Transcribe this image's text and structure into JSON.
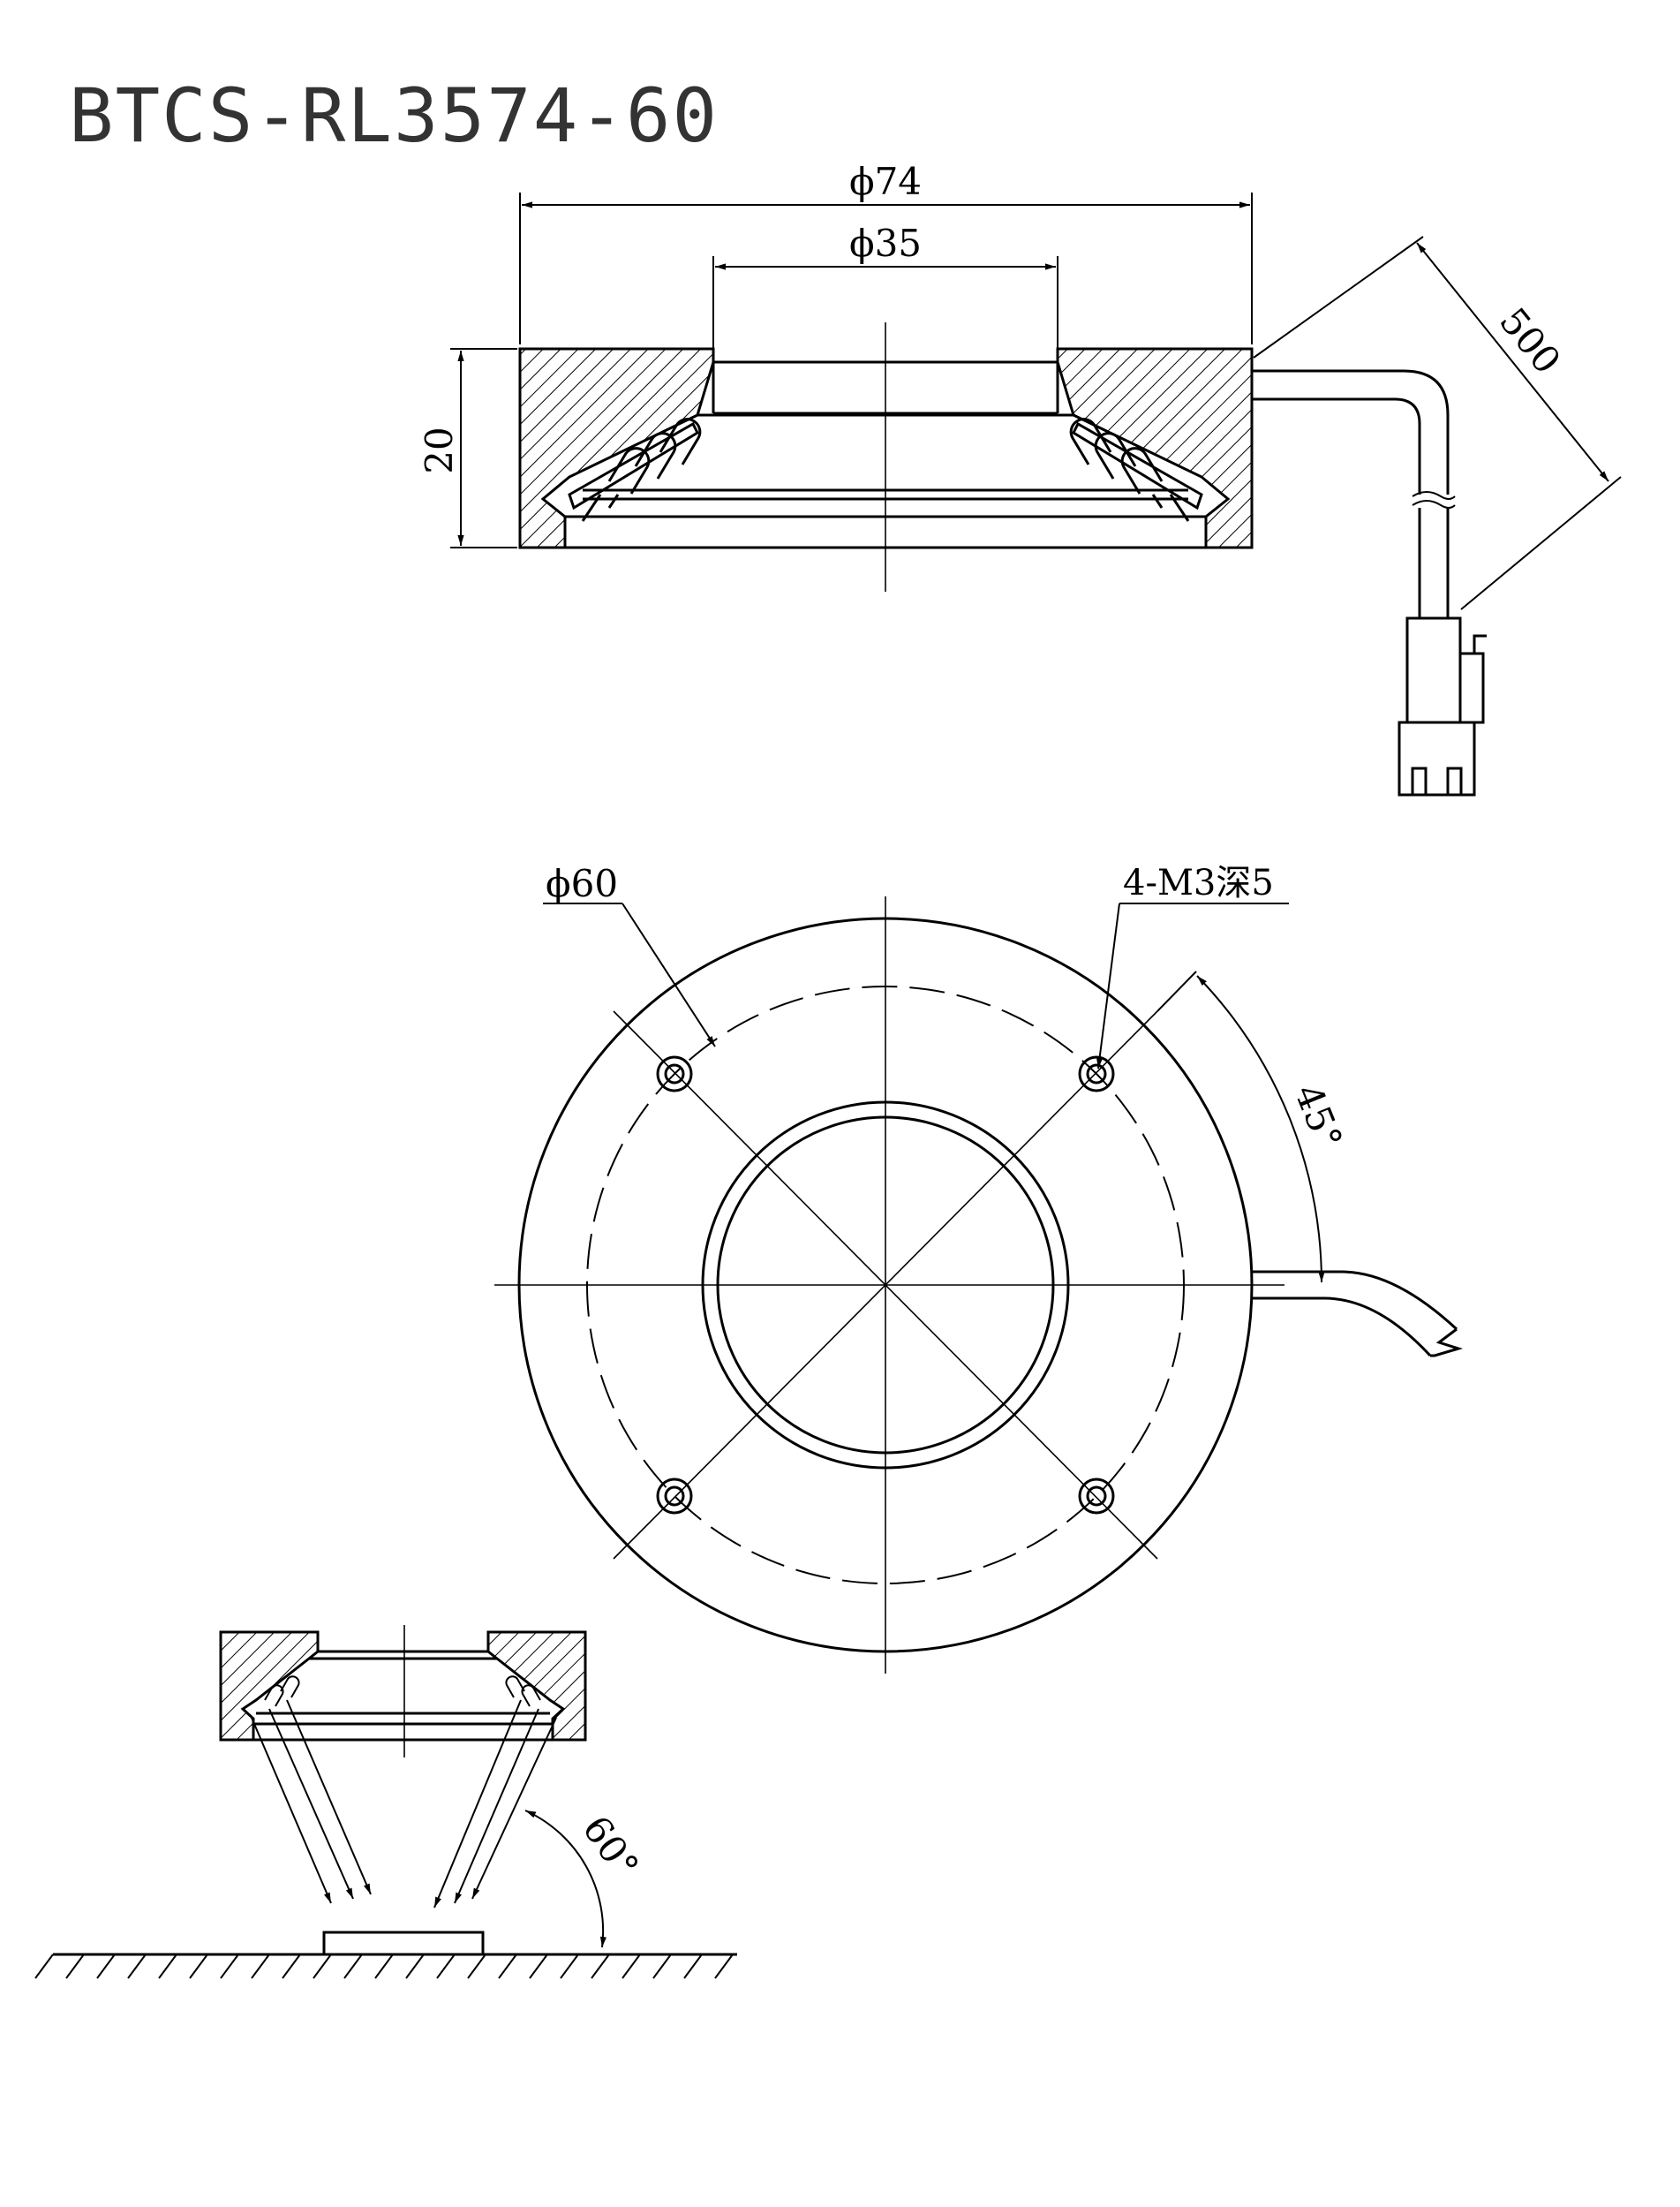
{
  "title": "BTCS-RL3574-60",
  "dimensions": {
    "outer_diameter": "ϕ74",
    "inner_diameter": "ϕ35",
    "height": "20",
    "cable_length": "500",
    "bolt_circle": "ϕ60",
    "screw_holes": "4-M3深5",
    "hole_angle": "45°",
    "beam_angle": "60°"
  }
}
